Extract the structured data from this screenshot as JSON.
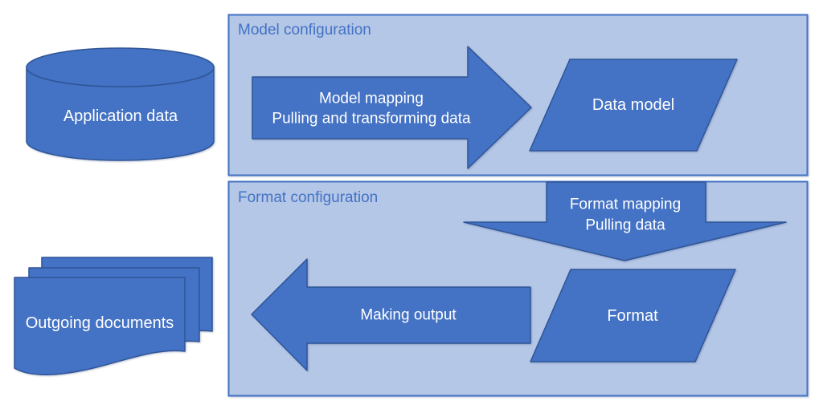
{
  "panels": {
    "model": {
      "title": "Model configuration"
    },
    "format": {
      "title": "Format configuration"
    }
  },
  "nodes": {
    "application_data": {
      "label": "Application data"
    },
    "data_model": {
      "label": "Data model"
    },
    "format": {
      "label": "Format"
    },
    "outgoing_documents": {
      "label": "Outgoing documents"
    }
  },
  "arrows": {
    "model_mapping": {
      "line1": "Model mapping",
      "line2": "Pulling and transforming data"
    },
    "format_mapping": {
      "line1": "Format mapping",
      "line2": "Pulling data"
    },
    "making_output": {
      "label": "Making output"
    }
  },
  "colors": {
    "shape_fill": "#4472C4",
    "shape_stroke": "#2F5597",
    "panel_fill": "#B4C7E7",
    "panel_stroke": "#4472C4",
    "panel_title_text": "#4472C4",
    "shape_label_text": "#FFFFFF",
    "background": "#FFFFFF"
  }
}
